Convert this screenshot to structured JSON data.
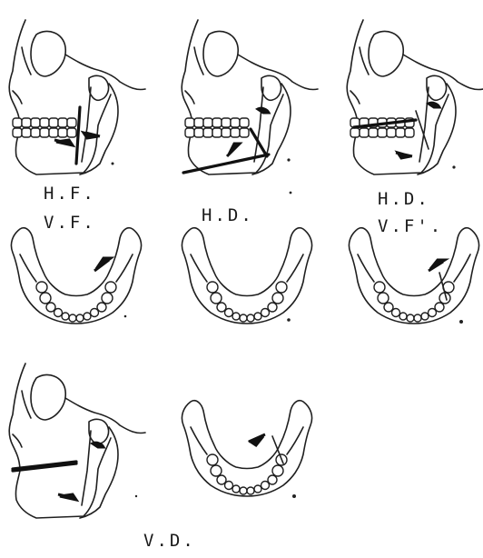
{
  "labels": {
    "panel1_line1": "H.F.",
    "panel1_line2": "V.F.",
    "panel2_line1": "H.D.",
    "panel3_line1": "H.D.",
    "panel3_line2": "V.F'.",
    "panel4_line1": "V.D."
  },
  "colors": {
    "ink": "#1f1f1f",
    "background": "#ffffff"
  },
  "icons": [
    "skull-lateral-view",
    "mandible-occlusal-view",
    "fracture-arrow"
  ]
}
